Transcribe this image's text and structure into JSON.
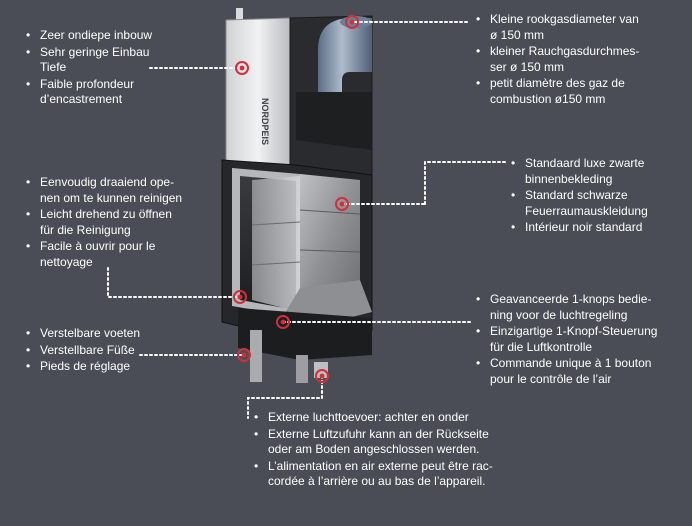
{
  "colors": {
    "background": "#4a4d55",
    "marker": "#d0303a",
    "text": "#ffffff"
  },
  "product": {
    "brand": "NORDPEIS"
  },
  "callouts": [
    {
      "id": "depth",
      "items": [
        [
          "Zeer ondiepe inbouw"
        ],
        [
          "Sehr geringe Einbau",
          "Tiefe"
        ],
        [
          "Faible profondeur",
          "d’encastrement"
        ]
      ]
    },
    {
      "id": "flue",
      "items": [
        [
          "Kleine rookgasdiameter van",
          "ø 150 mm"
        ],
        [
          "kleiner Rauchgasdurchmes-",
          "ser ø 150 mm"
        ],
        [
          "petit diamètre des gaz de",
          "combustion ø150 mm"
        ]
      ]
    },
    {
      "id": "lining",
      "items": [
        [
          "Standaard luxe zwarte",
          "binnenbekleding"
        ],
        [
          "Standard schwarze",
          "Feuerraumauskleidung"
        ],
        [
          "Intérieur noir standard"
        ]
      ]
    },
    {
      "id": "door",
      "items": [
        [
          "Eenvoudig draaiend ope-",
          "nen om te kunnen reinigen"
        ],
        [
          "Leicht drehend zu öffnen",
          "für die Reinigung"
        ],
        [
          "Facile à ouvrir pour le",
          "nettoyage"
        ]
      ]
    },
    {
      "id": "air-control",
      "items": [
        [
          "Geavanceerde 1-knops bedie-",
          "ning voor de luchtregeling"
        ],
        [
          "Einzigartige 1-Knopf-Steuerung",
          "für die Luftkontrolle"
        ],
        [
          "Commande unique à 1 bouton",
          "pour le contrôle de l’air"
        ]
      ]
    },
    {
      "id": "feet",
      "items": [
        [
          "Verstelbare voeten"
        ],
        [
          "Verstellbare Füße"
        ],
        [
          "Pieds de réglage"
        ]
      ]
    },
    {
      "id": "external-air",
      "items": [
        [
          "Externe luchttoevoer: achter en onder"
        ],
        [
          "Externe Luftzufuhr kann an der Rückseite",
          "oder am Boden angeschlossen werden."
        ],
        [
          "L’alimentation en air externe peut être rac-",
          "cordée à l’arrière ou au bas de l’appareil."
        ]
      ]
    }
  ]
}
